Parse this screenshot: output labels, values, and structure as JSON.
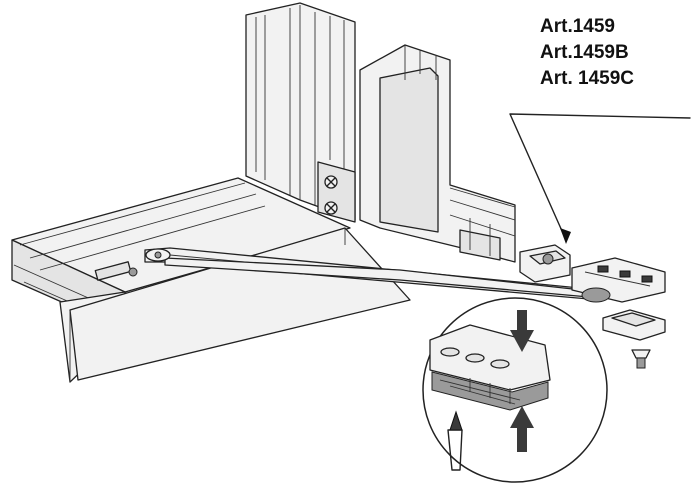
{
  "labels": [
    "Art.1459",
    "Art.1459B",
    "Art. 1459C"
  ]
}
